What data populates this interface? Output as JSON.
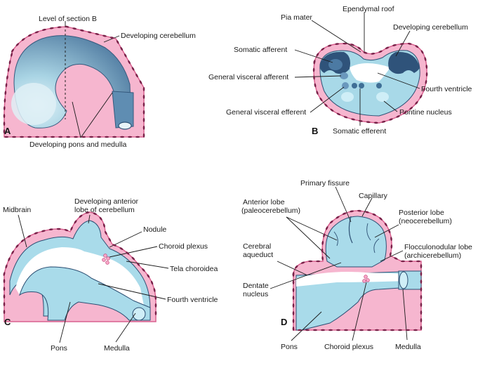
{
  "colors": {
    "tissue_pink": "#f6b6cf",
    "pink_outline": "#d9608f",
    "blue_light": "#c8e7f0",
    "blue_mid": "#8ccbe0",
    "blue_dark": "#3f6f96",
    "blue_darkest": "#2c4f73",
    "cell_dots": "#7a2048",
    "label_text": "#1a1a1a"
  },
  "panels": {
    "a": {
      "letter": "A",
      "labels": {
        "section_level": "Level of section B",
        "developing_cerebellum": "Developing cerebellum",
        "pons_medulla": "Developing pons and medulla"
      }
    },
    "b": {
      "letter": "B",
      "labels": {
        "ependymal_roof": "Ependymal roof",
        "pia_mater": "Pia mater",
        "developing_cerebellum": "Developing cerebellum",
        "somatic_afferent": "Somatic afferent",
        "general_visceral_afferent": "General visceral afferent",
        "fourth_ventricle": "Fourth ventricle",
        "general_visceral_efferent": "General visceral efferent",
        "pontine_nucleus": "Pontine nucleus",
        "somatic_efferent": "Somatic efferent"
      }
    },
    "c": {
      "letter": "C",
      "labels": {
        "midbrain": "Midbrain",
        "anterior_lobe_line1": "Developing anterior",
        "anterior_lobe_line2": "lobe of cerebellum",
        "nodule": "Nodule",
        "choroid_plexus": "Choroid plexus",
        "tela_choroidea": "Tela choroidea",
        "fourth_ventricle": "Fourth ventricle",
        "pons": "Pons",
        "medulla": "Medulla"
      }
    },
    "d": {
      "letter": "D",
      "labels": {
        "primary_fissure": "Primary fissure",
        "capillary": "Capillary",
        "anterior_lobe_line1": "Anterior lobe",
        "anterior_lobe_line2": "(paleocerebellum)",
        "posterior_lobe_line1": "Posterior lobe",
        "posterior_lobe_line2": "(neocerebellum)",
        "cerebral_aqueduct_line1": "Cerebral",
        "cerebral_aqueduct_line2": "aqueduct",
        "flocculonodular_line1": "Flocculonodular lobe",
        "flocculonodular_line2": "(archicerebellum)",
        "dentate_line1": "Dentate",
        "dentate_line2": "nucleus",
        "pons": "Pons",
        "choroid_plexus": "Choroid plexus",
        "medulla": "Medulla"
      }
    }
  }
}
